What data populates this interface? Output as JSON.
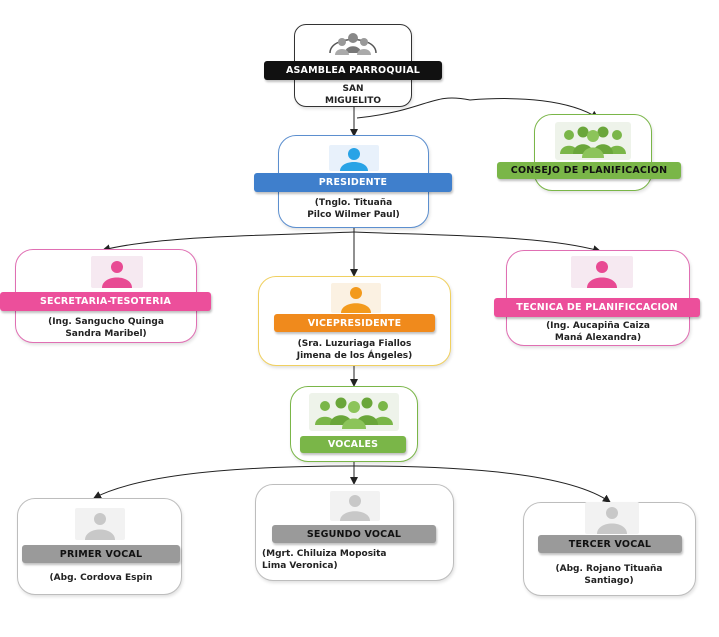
{
  "top": {
    "label": "ASAMBLEA PARROQUIAL",
    "place": [
      "SAN",
      "MIGUELITO"
    ]
  },
  "consejo": {
    "label": "CONSEJO DE PLANIFICACION"
  },
  "presidente": {
    "label": "PRESIDENTE",
    "name": [
      "(Tnglo. Tituaña",
      "Pilco Wilmer Paul)"
    ]
  },
  "secretaria": {
    "label": "SECRETARIA-TESOTERIA",
    "name": [
      "(Ing. Sangucho Quinga",
      "Sandra Maribel)"
    ]
  },
  "vicepresidente": {
    "label": "VICEPRESIDENTE",
    "name": [
      "(Sra. Luzuriaga Fiallos",
      "Jimena de los Ángeles)"
    ]
  },
  "tecnica": {
    "label": "TECNICA DE PLANIFICCACION",
    "name": [
      "(Ing. Aucapiña Caiza",
      "Maná Alexandra)"
    ]
  },
  "vocales": {
    "label": "VOCALES"
  },
  "primer": {
    "label": "PRIMER VOCAL",
    "name": [
      "(Abg. Cordova Espin"
    ]
  },
  "segundo": {
    "label": "SEGUNDO VOCAL",
    "name": [
      "(Mgrt. Chiluiza Moposita",
      "Lima Veronica)"
    ]
  },
  "tercer": {
    "label": "TERCER VOCAL",
    "name": [
      "(Abg. Rojano Tituaña",
      "Santiago)"
    ]
  },
  "colors": {
    "blue": "#3f7fcc",
    "green": "#7ab648",
    "pink": "#ec4f9b",
    "orange": "#f39a1c",
    "gray": "#9a9a9a",
    "black": "#111111"
  },
  "icons": {
    "top": "community-seal-icon",
    "consejo": "group-icon",
    "presidente": "person-icon",
    "secretaria": "person-icon",
    "vicepresidente": "person-icon",
    "tecnica": "person-icon",
    "vocales": "group-icon",
    "vocal": "person-icon"
  }
}
